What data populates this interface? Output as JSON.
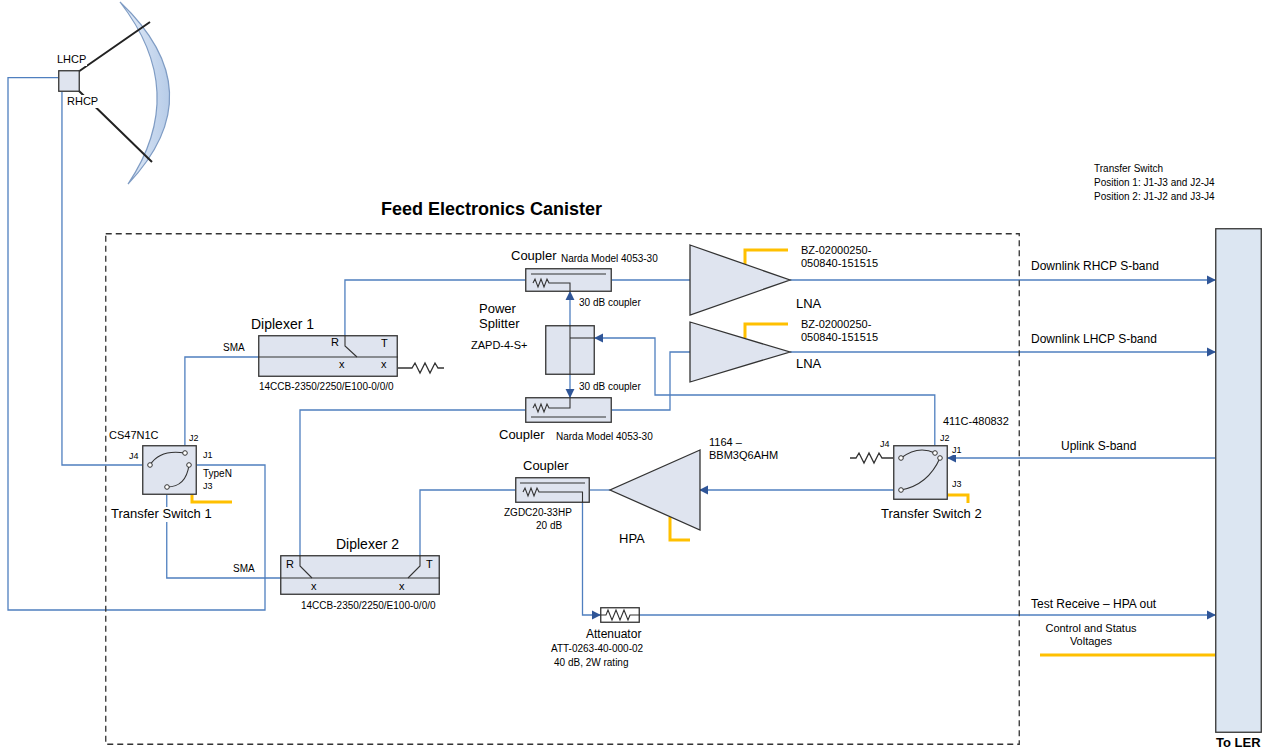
{
  "diagram": {
    "nodes": [
      {
        "text": [
          "LHCP",
          "RHCP"
        ]
      },
      {
        "text": [
          "Feed Electronics Canister"
        ]
      },
      {
        "text": [
          "Coupler",
          "Narda Model 4053-30",
          "30 dB coupler"
        ],
        "in": 1
      },
      {
        "text": [
          "BZ-02000250- 050840-151515",
          "LNA"
        ],
        "in": 1
      },
      {
        "text": [
          "Diplexer 1",
          "R",
          "x",
          "T",
          "x",
          "14CCB-2350/2250/E100-0/0/0"
        ],
        "in": 1
      },
      {
        "text": [
          "Power Splitter",
          "ZAPD-4-S+"
        ],
        "in": 1
      },
      {
        "text": [
          "BZ-02000250- 050840-151515",
          "LNA"
        ],
        "in": 1
      },
      {
        "text": [
          "CS47N1C",
          "J2",
          "J4",
          "J1",
          "J3",
          "Transfer Switch 1"
        ],
        "in": 1
      },
      {
        "text": [
          "30 dB coupler",
          "Coupler",
          "Narda Model 4053-30"
        ],
        "in": 1
      },
      {
        "text": [
          "411C-480832",
          "J2",
          "J4",
          "J1",
          "J3",
          "Transfer Switch 2"
        ],
        "in": 1
      },
      {
        "text": [
          "1164 – BBM3Q6AHM",
          "HPA"
        ],
        "in": 1
      },
      {
        "text": [
          "Coupler",
          "ZGDC20-33HP",
          "20 dB"
        ],
        "in": 1
      },
      {
        "text": [
          "Diplexer 2",
          "R",
          "x",
          "T",
          "x",
          "14CCB-2350/2250/E100-0/0/0"
        ],
        "in": 1
      },
      {
        "text": [
          "Attenuator",
          "ATT-0263-40-000-02",
          "40 dB, 2W rating"
        ],
        "in": 1
      },
      {
        "text": [
          "To LER"
        ]
      }
    ],
    "edges": [
      {
        "from": 0,
        "to": 7,
        "arrow": "none"
      },
      {
        "from": 0,
        "to": 7,
        "arrow": "none"
      },
      {
        "from": 7,
        "to": 4,
        "arrow": "none"
      },
      {
        "from": 7,
        "to": 12,
        "arrow": "none"
      },
      {
        "from": 4,
        "to": 2,
        "arrow": "none"
      },
      {
        "from": 2,
        "to": 3,
        "arrow": "none"
      },
      {
        "from": 5,
        "to": 2,
        "arrow": "to"
      },
      {
        "from": 5,
        "to": 8,
        "arrow": "to"
      },
      {
        "from": 9,
        "to": 5,
        "arrow": "to"
      },
      {
        "from": 8,
        "to": 6,
        "arrow": "none"
      },
      {
        "from": 12,
        "to": 8,
        "arrow": "none"
      },
      {
        "from": 10,
        "to": 11,
        "arrow": "none"
      },
      {
        "from": 11,
        "to": 12,
        "arrow": "none"
      },
      {
        "from": 11,
        "to": 13,
        "arrow": "to"
      },
      {
        "from": 13,
        "to": 14,
        "label": "Test Receive – HPA out",
        "arrow": "to"
      },
      {
        "from": 3,
        "to": 14,
        "label": "Downlink RHCP S-band",
        "arrow": "to"
      },
      {
        "from": 6,
        "to": 14,
        "label": "Downlink LHCP S-band",
        "arrow": "to"
      },
      {
        "from": 14,
        "to": 9,
        "label": "Uplink S-band",
        "arrow": "to"
      },
      {
        "from": 9,
        "to": 10,
        "arrow": "to"
      }
    ],
    "labels": [
      "SMA",
      "SMA",
      "TypeN",
      "Transfer Switch",
      "Position 1: J1-J3 and J2-J4",
      "Position 2: J1-J2 and J3-J4"
    ],
    "legend": [
      {
        "text": "Control and Status Voltages"
      }
    ]
  }
}
